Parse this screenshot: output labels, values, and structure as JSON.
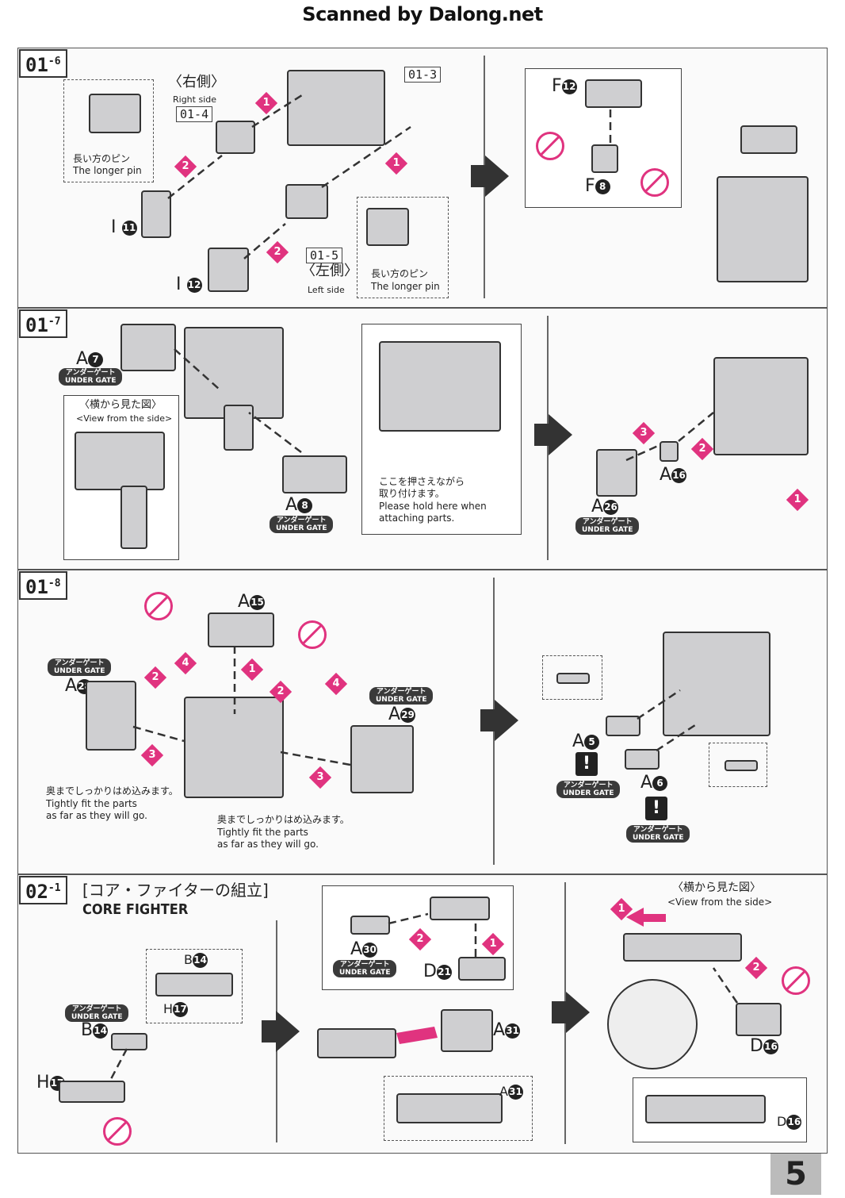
{
  "watermark": "Scanned by Dalong.net",
  "page_number": "5",
  "colors": {
    "accent": "#e0337f",
    "panel_border": "#555555",
    "part_fill": "#cfcfd1"
  },
  "steps": {
    "s01_6": {
      "main": "01",
      "sub": "-6"
    },
    "s01_7": {
      "main": "01",
      "sub": "-7"
    },
    "s01_8": {
      "main": "01",
      "sub": "-8"
    },
    "s02_1": {
      "main": "02",
      "sub": "-1"
    }
  },
  "panel1": {
    "ref_01_3": "01-3",
    "ref_01_4": "01-4",
    "ref_01_5": "01-5",
    "right_jp": "〈右側〉",
    "right_en": "Right side",
    "left_jp": "〈左側〉",
    "left_en": "Left side",
    "pin1_jp": "長い方のピン",
    "pin1_en": "The longer pin",
    "pin2_jp": "長い方のピン",
    "pin2_en": "The longer pin",
    "part_i11": "I",
    "n11": "11",
    "part_i12": "I",
    "n12": "12",
    "part_f12": "F",
    "nf12": "12",
    "part_f8": "F",
    "nf8": "8"
  },
  "panel2": {
    "a7": "A",
    "n7": "7",
    "a8": "A",
    "n8": "8",
    "a16": "A",
    "n16": "16",
    "a26": "A",
    "n26": "26",
    "gate_jp": "アンダーゲート",
    "gate_en": "UNDER GATE",
    "side_jp": "〈横から見た図〉",
    "side_en": "<View from the side>",
    "hold_jp1": "ここを押さえながら",
    "hold_jp2": "取り付けます。",
    "hold_en1": "Please hold here when",
    "hold_en2": "attaching parts."
  },
  "panel3": {
    "a15": "A",
    "n15": "15",
    "a28": "A",
    "n28": "28",
    "a29": "A",
    "n29": "29",
    "a5": "A",
    "n5": "5",
    "a6": "A",
    "n6": "6",
    "gate_jp": "アンダーゲート",
    "gate_en": "UNDER GATE",
    "fit1_jp": "奥までしっかりはめ込みます。",
    "fit1_en1": "Tightly fit the parts",
    "fit1_en2": "as far as they will go.",
    "fit2_jp": "奥までしっかりはめ込みます。",
    "fit2_en1": "Tightly fit the parts",
    "fit2_en2": "as far as they will go.",
    "warn": "!"
  },
  "panel4": {
    "title_jp": "[コア・ファイターの組立]",
    "title_en": "CORE FIGHTER",
    "b14": "B",
    "nb14": "14",
    "h17": "H",
    "nh17": "17",
    "a30": "A",
    "n30": "30",
    "d21": "D",
    "n21": "21",
    "a31": "A",
    "n31": "31",
    "d16": "D",
    "n16": "16",
    "gate_jp": "アンダーゲート",
    "gate_en": "UNDER GATE",
    "side_jp": "〈横から見た図〉",
    "side_en": "<View from the side>"
  }
}
